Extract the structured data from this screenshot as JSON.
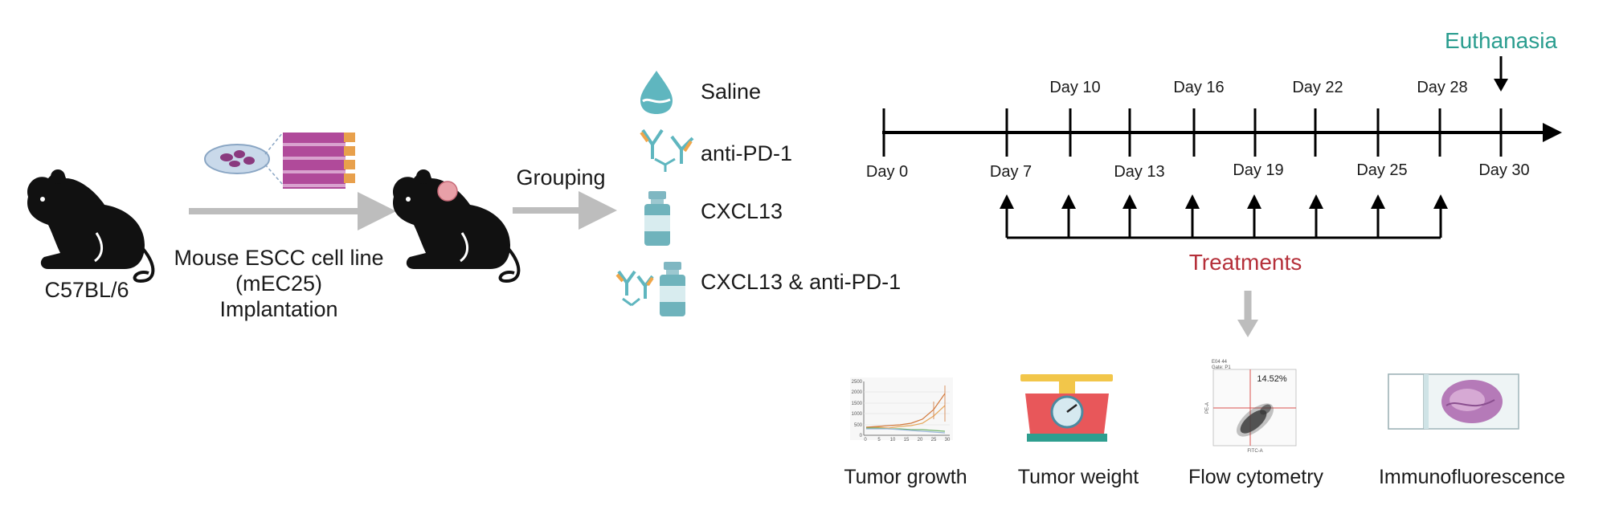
{
  "left": {
    "strain_label": "C57BL/6",
    "cell_line_lines": [
      "Mouse ESCC cell line",
      "(mEC25)",
      "Implantation"
    ],
    "grouping_label": "Grouping"
  },
  "groups": [
    {
      "label": "Saline",
      "icon": "water-drop-icon"
    },
    {
      "label": "anti-PD-1",
      "icon": "antibody-icon"
    },
    {
      "label": "CXCL13",
      "icon": "vial-icon"
    },
    {
      "label": "CXCL13 & anti-PD-1",
      "icon": "antibody-vial-icon"
    }
  ],
  "timeline": {
    "top_days": [
      "Day 10",
      "Day 16",
      "Day 22",
      "Day 28"
    ],
    "bottom_days": [
      "Day 0",
      "Day 7",
      "Day 13",
      "Day 19",
      "Day 25",
      "Day 30"
    ],
    "endpoint_label": "Euthanasia",
    "treatments_label": "Treatments"
  },
  "analyses": [
    {
      "label": "Tumor growth",
      "icon": "growth-chart-icon"
    },
    {
      "label": "Tumor weight",
      "icon": "scale-icon"
    },
    {
      "label": "Flow cytometry",
      "icon": "flow-plot-icon"
    },
    {
      "label": "Immunofluorescence",
      "icon": "tissue-slide-icon"
    }
  ],
  "flow_plot": {
    "header_lines": [
      "E04 44",
      "Gate: P1"
    ],
    "percent": "14.52%",
    "x_axis": "FITC-A",
    "y_axis": "PE-A"
  },
  "growth_plot": {
    "y_ticks": [
      "2500",
      "2000",
      "1500",
      "1000",
      "500",
      "0"
    ],
    "x_ticks": [
      "0",
      "5",
      "10",
      "15",
      "20",
      "25",
      "30"
    ]
  },
  "colors": {
    "arrow_gray": "#bdbdbd",
    "timeline": "#000000",
    "euthanasia": "#2a9d8f",
    "treatments": "#b5303a",
    "teal": "#5fb6bf",
    "orange": "#f0a64a",
    "magenta": "#b04a9a"
  }
}
